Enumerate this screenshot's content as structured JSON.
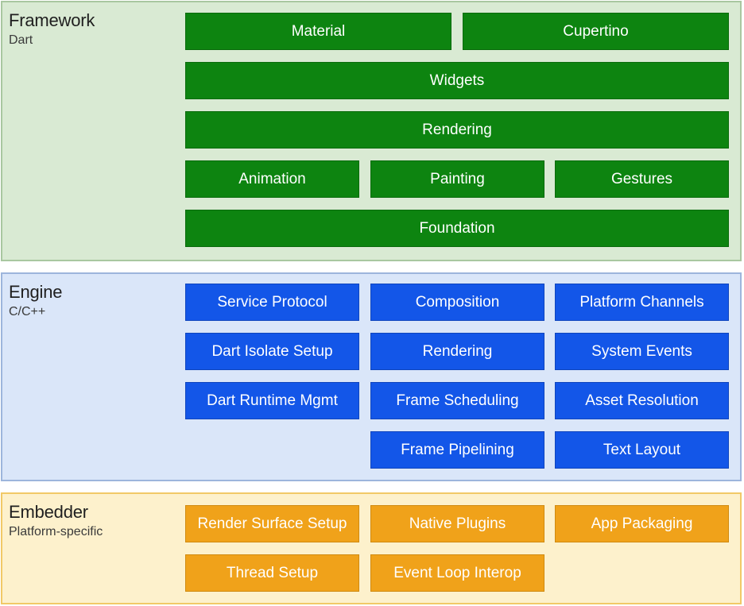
{
  "framework": {
    "title": "Framework",
    "subtitle": "Dart",
    "color": "#0d8410",
    "boxes": {
      "material": "Material",
      "cupertino": "Cupertino",
      "widgets": "Widgets",
      "rendering": "Rendering",
      "animation": "Animation",
      "painting": "Painting",
      "gestures": "Gestures",
      "foundation": "Foundation"
    }
  },
  "engine": {
    "title": "Engine",
    "subtitle": "C/C++",
    "color": "#1356e8",
    "boxes": {
      "service_protocol": "Service Protocol",
      "composition": "Composition",
      "platform_channels": "Platform Channels",
      "dart_isolate_setup": "Dart Isolate Setup",
      "rendering": "Rendering",
      "system_events": "System Events",
      "dart_runtime_mgmt": "Dart Runtime Mgmt",
      "frame_scheduling": "Frame Scheduling",
      "asset_resolution": "Asset Resolution",
      "frame_pipelining": "Frame Pipelining",
      "text_layout": "Text Layout"
    }
  },
  "embedder": {
    "title": "Embedder",
    "subtitle": "Platform-specific",
    "color": "#f0a21a",
    "boxes": {
      "render_surface_setup": "Render Surface Setup",
      "native_plugins": "Native Plugins",
      "app_packaging": "App Packaging",
      "thread_setup": "Thread Setup",
      "event_loop_interop": "Event Loop Interop"
    }
  }
}
